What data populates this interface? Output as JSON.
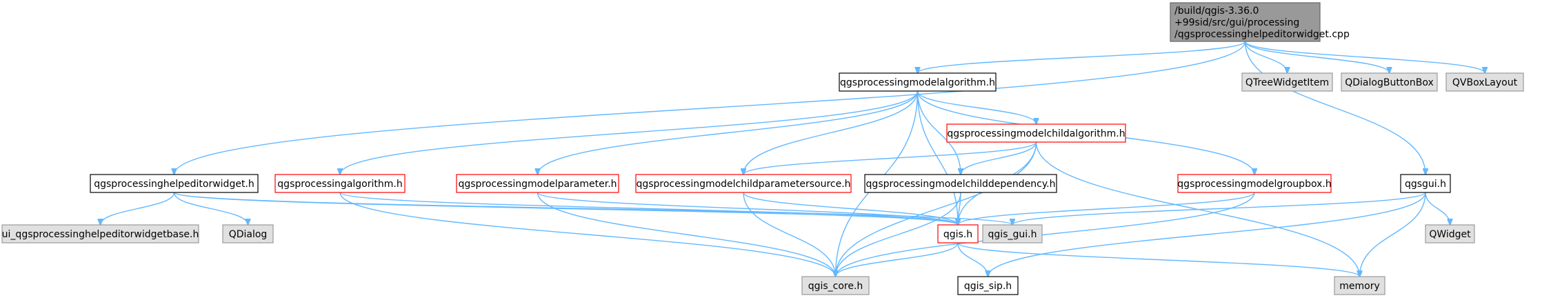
{
  "colors": {
    "edge": "#63b8ff",
    "root_fill": "#999999",
    "root_stroke": "#666666",
    "plain_fill": "#ffffff",
    "plain_stroke": "#000000",
    "red_stroke": "#ff0000",
    "external_fill": "#e0e0e0",
    "external_stroke": "#999999"
  },
  "nodes": [
    {
      "id": "root",
      "style": "root",
      "lines": [
        "/build/qgis-3.36.0",
        "+99sid/src/gui/processing",
        "/qgsprocessinghelpeditorwidget.cpp"
      ]
    },
    {
      "id": "modelalgorithm",
      "style": "plain",
      "lines": [
        "qgsprocessingmodelalgorithm.h"
      ]
    },
    {
      "id": "qtreewidgetitem",
      "style": "external",
      "lines": [
        "QTreeWidgetItem"
      ]
    },
    {
      "id": "qdialogbuttonbox",
      "style": "external",
      "lines": [
        "QDialogButtonBox"
      ]
    },
    {
      "id": "qvboxlayout",
      "style": "external",
      "lines": [
        "QVBoxLayout"
      ]
    },
    {
      "id": "modelchildalgorithm",
      "style": "red",
      "lines": [
        "qgsprocessingmodelchildalgorithm.h"
      ]
    },
    {
      "id": "helpeditorwidget",
      "style": "plain",
      "lines": [
        "qgsprocessinghelpeditorwidget.h"
      ]
    },
    {
      "id": "algorithm",
      "style": "red",
      "lines": [
        "qgsprocessingalgorithm.h"
      ]
    },
    {
      "id": "modelparameter",
      "style": "red",
      "lines": [
        "qgsprocessingmodelparameter.h"
      ]
    },
    {
      "id": "childparametersource",
      "style": "red",
      "lines": [
        "qgsprocessingmodelchildparametersource.h"
      ]
    },
    {
      "id": "childdependency",
      "style": "plain",
      "lines": [
        "qgsprocessingmodelchilddependency.h"
      ]
    },
    {
      "id": "groupbox",
      "style": "red",
      "lines": [
        "qgsprocessingmodelgroupbox.h"
      ]
    },
    {
      "id": "qgsgui",
      "style": "plain",
      "lines": [
        "qgsgui.h"
      ]
    },
    {
      "id": "uiwidgetbase",
      "style": "external",
      "lines": [
        "ui_qgsprocessinghelpeditorwidgetbase.h"
      ]
    },
    {
      "id": "qdialog",
      "style": "external",
      "lines": [
        "QDialog"
      ]
    },
    {
      "id": "qgis",
      "style": "red",
      "lines": [
        "qgis.h"
      ]
    },
    {
      "id": "qgisgui",
      "style": "external",
      "lines": [
        "qgis_gui.h"
      ]
    },
    {
      "id": "qwidget",
      "style": "external",
      "lines": [
        "QWidget"
      ]
    },
    {
      "id": "qgiscore",
      "style": "external",
      "lines": [
        "qgis_core.h"
      ]
    },
    {
      "id": "qgissip",
      "style": "plain",
      "lines": [
        "qgis_sip.h"
      ]
    },
    {
      "id": "memory",
      "style": "external",
      "lines": [
        "memory"
      ]
    }
  ],
  "edges": [
    [
      "root",
      "modelalgorithm"
    ],
    [
      "root",
      "qtreewidgetitem"
    ],
    [
      "root",
      "qdialogbuttonbox"
    ],
    [
      "root",
      "qvboxlayout"
    ],
    [
      "root",
      "helpeditorwidget"
    ],
    [
      "root",
      "qgsgui"
    ],
    [
      "modelalgorithm",
      "algorithm"
    ],
    [
      "modelalgorithm",
      "modelparameter"
    ],
    [
      "modelalgorithm",
      "childparametersource"
    ],
    [
      "modelalgorithm",
      "childdependency"
    ],
    [
      "modelalgorithm",
      "modelchildalgorithm"
    ],
    [
      "modelalgorithm",
      "groupbox"
    ],
    [
      "modelalgorithm",
      "qgis"
    ],
    [
      "modelalgorithm",
      "qgiscore"
    ],
    [
      "modelchildalgorithm",
      "childparametersource"
    ],
    [
      "modelchildalgorithm",
      "childdependency"
    ],
    [
      "modelchildalgorithm",
      "qgis"
    ],
    [
      "modelchildalgorithm",
      "qgiscore"
    ],
    [
      "modelchildalgorithm",
      "memory"
    ],
    [
      "helpeditorwidget",
      "uiwidgetbase"
    ],
    [
      "helpeditorwidget",
      "qdialog"
    ],
    [
      "helpeditorwidget",
      "qgis"
    ],
    [
      "helpeditorwidget",
      "qgisgui"
    ],
    [
      "algorithm",
      "qgis"
    ],
    [
      "algorithm",
      "qgiscore"
    ],
    [
      "modelparameter",
      "qgis"
    ],
    [
      "modelparameter",
      "qgiscore"
    ],
    [
      "childparametersource",
      "qgis"
    ],
    [
      "childparametersource",
      "qgiscore"
    ],
    [
      "childdependency",
      "qgis"
    ],
    [
      "childdependency",
      "qgiscore"
    ],
    [
      "groupbox",
      "qgis"
    ],
    [
      "groupbox",
      "qgiscore"
    ],
    [
      "qgsgui",
      "qgisgui"
    ],
    [
      "qgsgui",
      "qwidget"
    ],
    [
      "qgsgui",
      "memory"
    ],
    [
      "qgsgui",
      "qgissip"
    ],
    [
      "qgis",
      "qgiscore"
    ],
    [
      "qgis",
      "qgissip"
    ],
    [
      "qgis",
      "memory"
    ]
  ]
}
